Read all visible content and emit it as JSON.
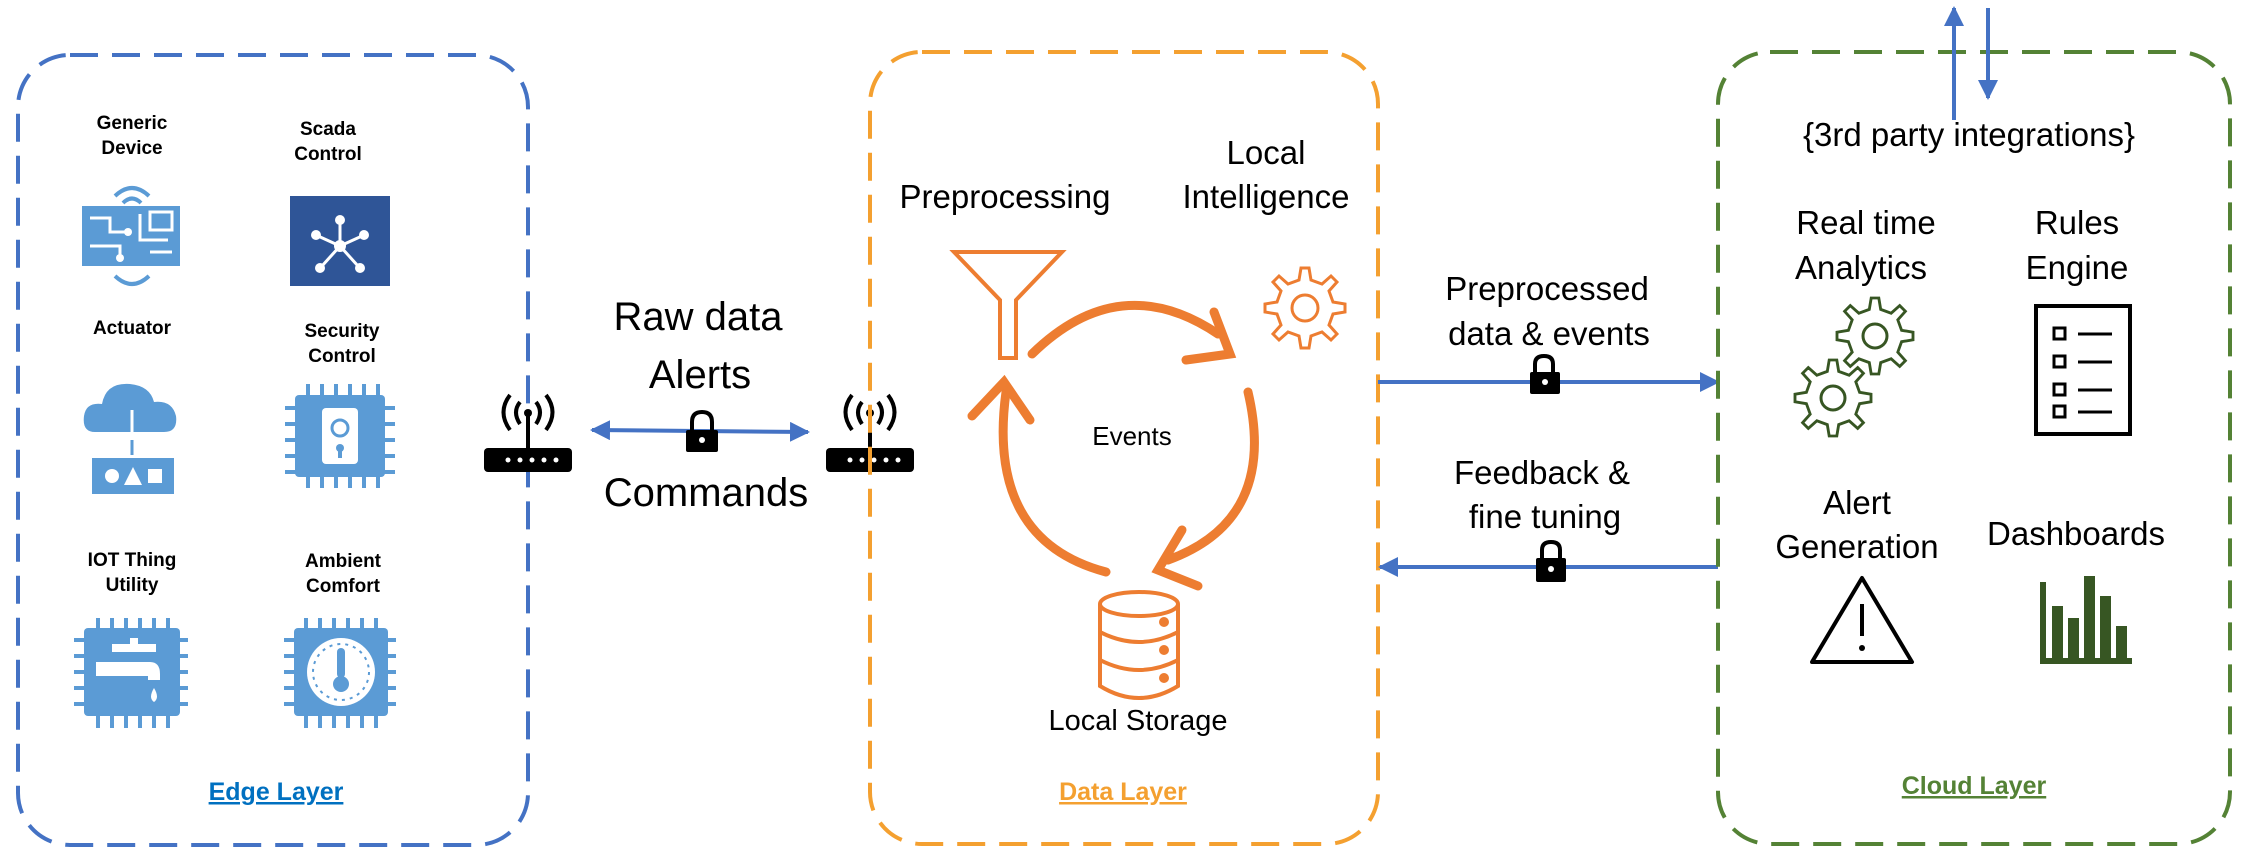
{
  "colors": {
    "edge": "#4472C4",
    "data": "#F4A030",
    "data_icon": "#ED7D31",
    "cloud": "#548235",
    "cloud_icon": "#375623",
    "arrow": "#4472C4",
    "device_icon": "#5B9BD5",
    "scada_bg": "#2F5597",
    "text": "#000000"
  },
  "edge_layer": {
    "title": "Edge Layer",
    "devices": [
      {
        "label_1": "Generic",
        "label_2": "Device",
        "icon": "circuit-board-icon"
      },
      {
        "label_1": "Scada",
        "label_2": "Control",
        "icon": "scada-network-icon"
      },
      {
        "label_1": "Actuator",
        "label_2": "",
        "icon": "cloud-actuator-icon"
      },
      {
        "label_1": "Security",
        "label_2": "Control",
        "icon": "security-chip-icon"
      },
      {
        "label_1": "IOT Thing",
        "label_2": "Utility",
        "icon": "faucet-chip-icon"
      },
      {
        "label_1": "Ambient",
        "label_2": "Comfort",
        "icon": "thermometer-chip-icon"
      }
    ]
  },
  "edge_link": {
    "line_1": "Raw data",
    "line_2": "Alerts",
    "line_3": "Commands"
  },
  "data_layer": {
    "title": "Data Layer",
    "preprocessing": "Preprocessing",
    "local_intel_1": "Local",
    "local_intel_2": "Intelligence",
    "events": "Events",
    "local_storage": "Local Storage"
  },
  "uplink": {
    "line_1": "Preprocessed",
    "line_2": "data & events"
  },
  "downlink": {
    "line_1": "Feedback &",
    "line_2": "fine tuning"
  },
  "cloud_layer": {
    "title": "Cloud Layer",
    "integrations": "{3rd party integrations}",
    "analytics_1": "Real time",
    "analytics_2": "Analytics",
    "rules_1": "Rules",
    "rules_2": "Engine",
    "alert_1": "Alert",
    "alert_2": "Generation",
    "dashboards": "Dashboards"
  }
}
